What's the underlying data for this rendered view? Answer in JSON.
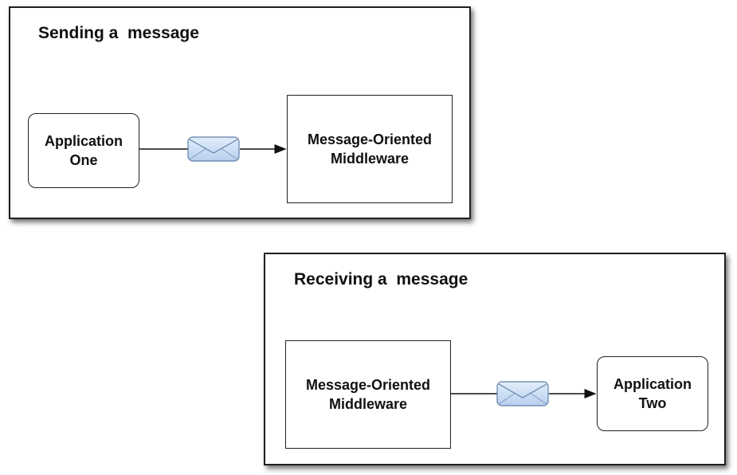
{
  "send_panel": {
    "title": "Sending a  message",
    "source": "Application\nOne",
    "target": "Message-Oriented\nMiddleware",
    "message_icon": "envelope-icon"
  },
  "receive_panel": {
    "title": "Receiving a  message",
    "source": "Message-Oriented\nMiddleware",
    "target": "Application\nTwo",
    "message_icon": "envelope-icon"
  },
  "colors": {
    "border": "#1f1f1f",
    "envelope_fill": "#c9dcf3",
    "envelope_stroke": "#5f7fa6",
    "arrow": "#111111"
  }
}
